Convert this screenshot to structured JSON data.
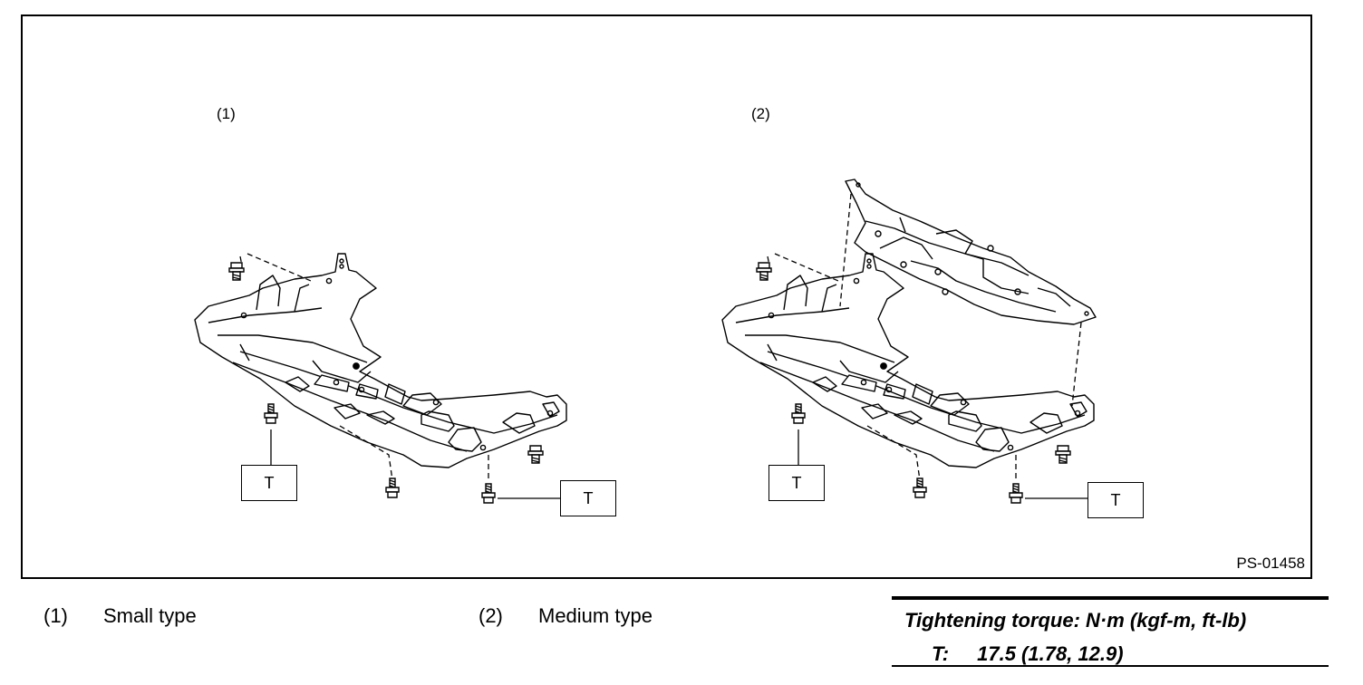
{
  "figure": {
    "labels": {
      "panel_1": "(1)",
      "panel_2": "(2)"
    },
    "callout_symbol": "T",
    "figure_id": "PS-01458"
  },
  "legend": [
    {
      "num": "(1)",
      "text": "Small type"
    },
    {
      "num": "(2)",
      "text": "Medium type"
    }
  ],
  "torque": {
    "heading": "Tightening torque: N·m (kgf-m, ft-lb)",
    "symbol": "T:",
    "value": "17.5 (1.78, 12.9)"
  }
}
